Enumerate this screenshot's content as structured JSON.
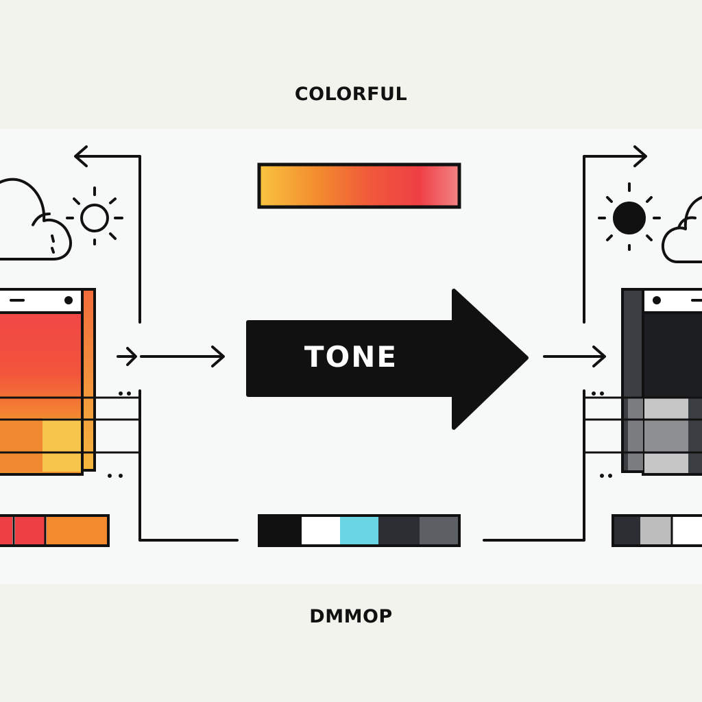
{
  "header": {
    "label": "COLORFUL"
  },
  "footer": {
    "label": "DMMOP"
  },
  "main_arrow": {
    "label": "TONE"
  },
  "icons": {
    "left_weather": [
      "cloud-icon",
      "sun-outline-icon"
    ],
    "right_weather": [
      "sun-filled-icon",
      "cloud-icon"
    ],
    "windows": [
      "window-colorful",
      "window-grayscale"
    ]
  },
  "palettes": {
    "gradient_top": [
      "#f9c440",
      "#f28a2e",
      "#f05a3a",
      "#ee3f45",
      "#f48585"
    ],
    "left_bottom": [
      "#ee3f45",
      "#ee3f45",
      "#f38a2e"
    ],
    "center_bottom": [
      "#111111",
      "#ffffff",
      "#6ad5e3",
      "#2b2e33",
      "#5c5f63"
    ],
    "right_bottom": [
      "#2b2e33",
      "#bdbdbd",
      "#ffffff"
    ]
  },
  "colors": {
    "ink": "#111111",
    "background": "#f7f9f8",
    "band": "#f3f3ee"
  }
}
